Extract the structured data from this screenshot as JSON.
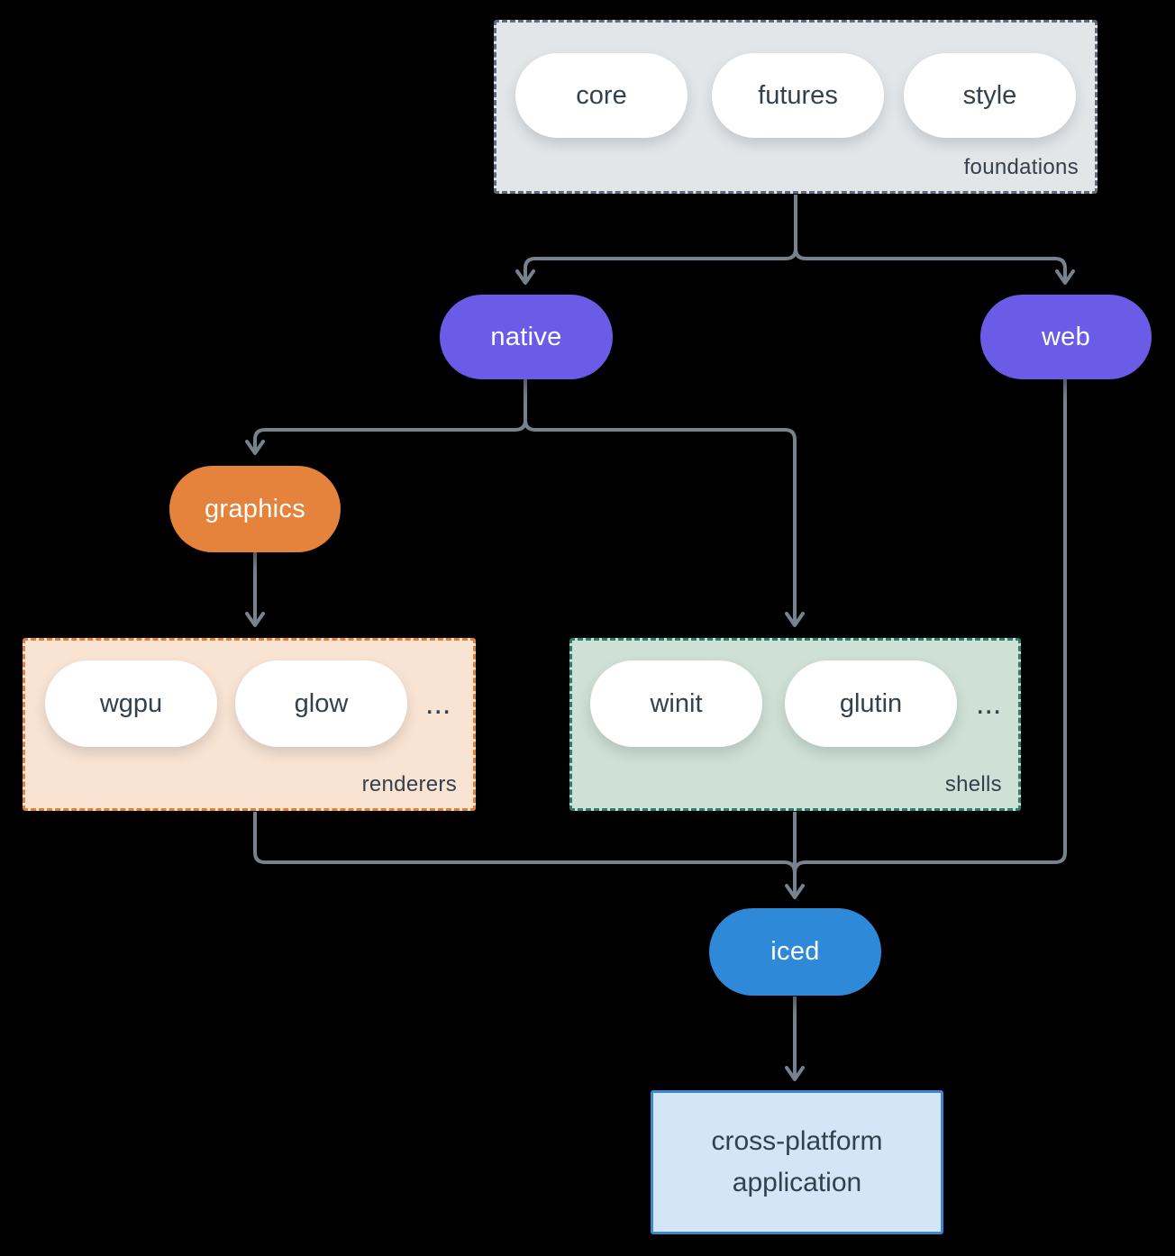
{
  "diagram": {
    "foundations": {
      "label": "foundations",
      "pills": [
        "core",
        "futures",
        "style"
      ]
    },
    "native": {
      "label": "native"
    },
    "web": {
      "label": "web"
    },
    "graphics": {
      "label": "graphics"
    },
    "renderers": {
      "label": "renderers",
      "pills": [
        "wgpu",
        "glow"
      ],
      "more": "..."
    },
    "shells": {
      "label": "shells",
      "pills": [
        "winit",
        "glutin"
      ],
      "more": "..."
    },
    "iced": {
      "label": "iced"
    },
    "application": {
      "line1": "cross-platform",
      "line2": "application"
    }
  },
  "colors": {
    "background": "#000000",
    "arrow": "#76828f",
    "text_dark": "#33404d",
    "pill_white": "#ffffff",
    "purple_node": "#6b5ce8",
    "orange_node": "#e5823b",
    "blue_node": "#2e89d8",
    "foundations_bg": "#e2e6e9",
    "foundations_border": "#5e6c7d",
    "renderers_bg": "#f9e4d3",
    "renderers_border": "#e08038",
    "shells_bg": "#cfe0d6",
    "shells_border": "#2c7d6e",
    "application_bg": "#d4e5f7",
    "application_border": "#3d87d1"
  }
}
